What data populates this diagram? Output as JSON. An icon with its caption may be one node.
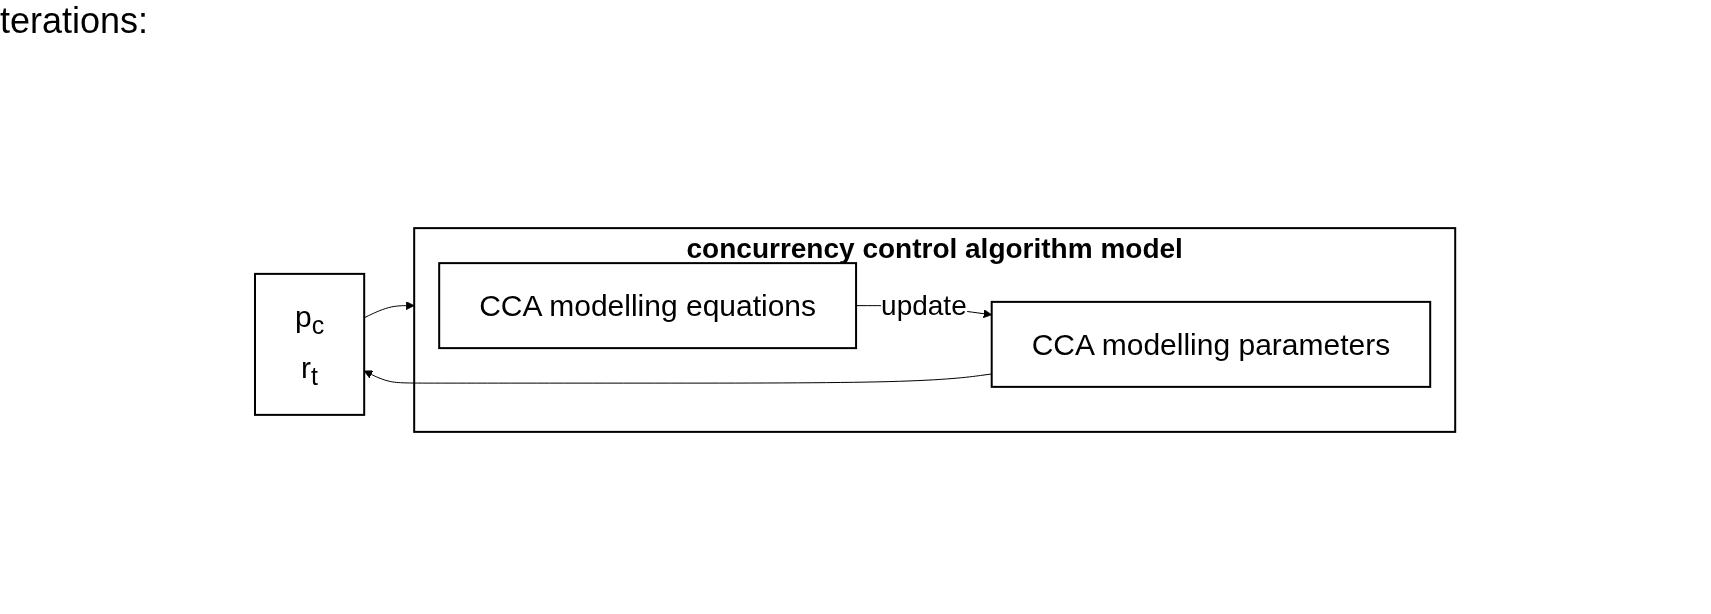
{
  "diagram": {
    "nodes": [
      {
        "text": [
          "p$_{c}$",
          "r$_{t}$"
        ]
      },
      {
        "text": [
          "concurrency control algorithm model"
        ]
      },
      {
        "text": [
          "CCA modelling equations"
        ],
        "in": 1
      },
      {
        "text": [
          "CCA modelling parameters"
        ],
        "in": 1
      }
    ],
    "edges": [
      {
        "from": 0,
        "to": 1,
        "arrow": "to"
      },
      {
        "from": 2,
        "to": 3,
        "label": "update",
        "arrow": "to"
      },
      {
        "from": 3,
        "to": 0,
        "arrow": "to"
      }
    ],
    "labels": [
      "terations:"
    ]
  }
}
